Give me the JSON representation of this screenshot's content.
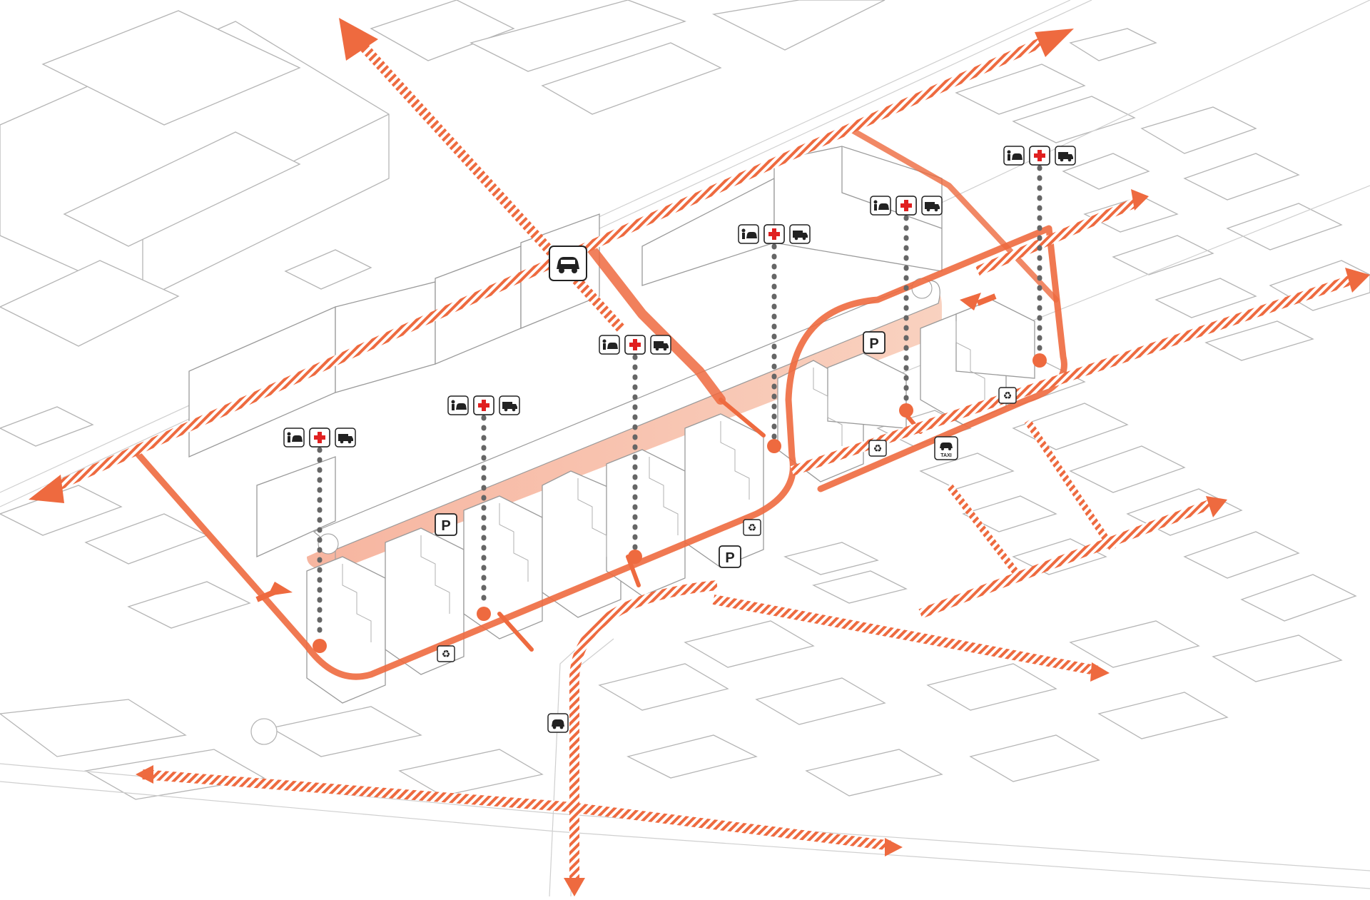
{
  "diagram": {
    "accent_color": "#ee6a3f",
    "accent_light": "#f3a37f",
    "line_color": "#b5b5b5",
    "dot_color": "#666666",
    "labels": {
      "parking": "P",
      "taxi": "TAXI"
    },
    "icon_names": [
      "car-icon",
      "parking-icon",
      "recycling-icon",
      "taxi-icon",
      "first-aid-icon",
      "delivery-van-icon",
      "drop-off-icon",
      "red-cross-icon"
    ],
    "service_nodes": [
      {
        "name": "service-node-1",
        "services": [
          "drop-off-icon",
          "red-cross-icon",
          "delivery-van-icon"
        ]
      },
      {
        "name": "service-node-2",
        "services": [
          "drop-off-icon",
          "red-cross-icon",
          "delivery-van-icon"
        ]
      },
      {
        "name": "service-node-3",
        "services": [
          "drop-off-icon",
          "red-cross-icon",
          "delivery-van-icon"
        ]
      },
      {
        "name": "service-node-4",
        "services": [
          "drop-off-icon",
          "red-cross-icon",
          "delivery-van-icon"
        ]
      },
      {
        "name": "service-node-5",
        "services": [
          "drop-off-icon",
          "red-cross-icon",
          "delivery-van-icon"
        ]
      },
      {
        "name": "service-node-6",
        "services": [
          "drop-off-icon",
          "red-cross-icon",
          "delivery-van-icon"
        ]
      }
    ]
  }
}
